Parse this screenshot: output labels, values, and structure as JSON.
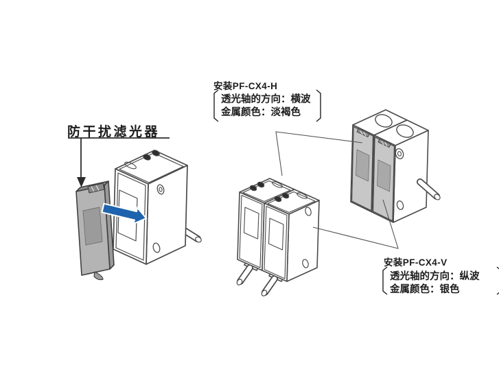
{
  "page": {
    "background": "#ffffff"
  },
  "labels": {
    "filter_heading": "防干扰滤光器",
    "h_block": {
      "title": "安装PF-CX4-H",
      "spec1": "透光轴的方向：横波",
      "spec2": "金属颜色：淡褐色"
    },
    "v_block": {
      "title": "安装PF-CX4-V",
      "spec1": "透光轴的方向：纵波",
      "spec2": "金属颜色：银色"
    }
  },
  "colors": {
    "arrow_blue": "#1e63ad",
    "line": "#4a4a4a",
    "leader": "#2b2b2b",
    "filter_plate": "#b4b4b4",
    "filter_plate_top": "#8d8d8d",
    "filter_window": "#9b9b9b",
    "installed_filter": "#c7c7c7",
    "installed_filter_window": "#a9a9a9",
    "knob_dark": "#2f2f2f"
  }
}
